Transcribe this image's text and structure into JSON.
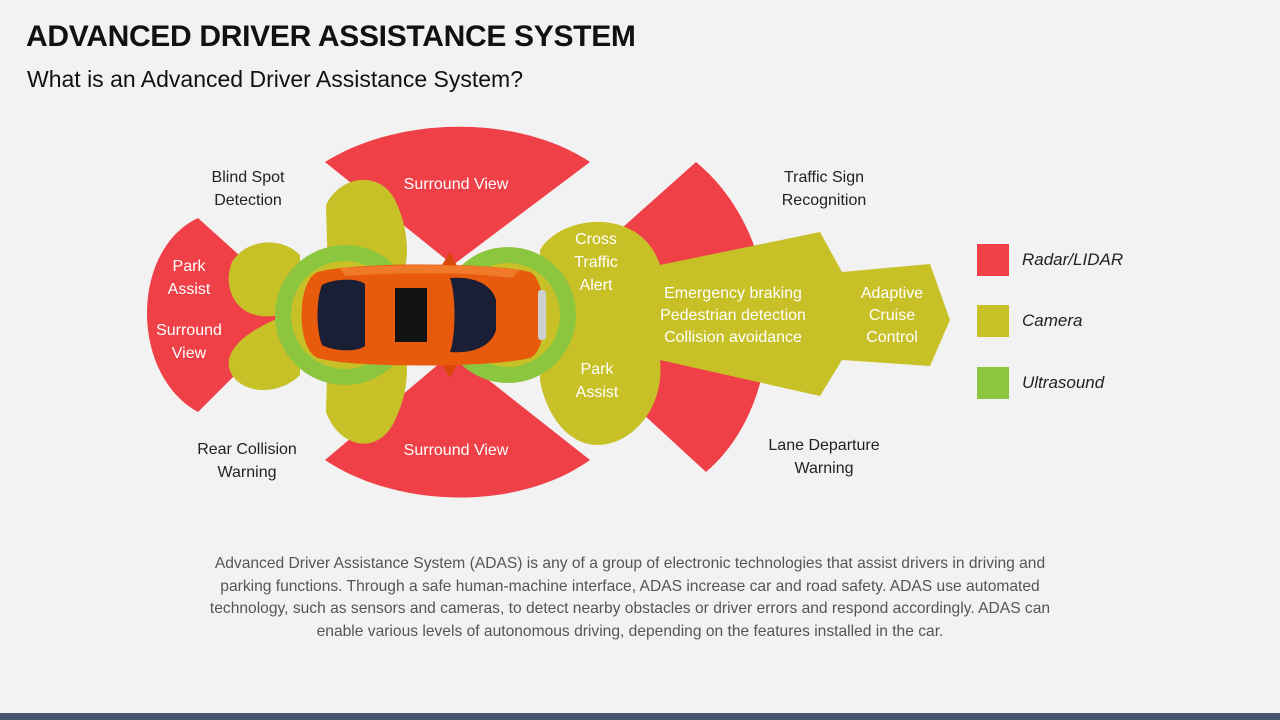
{
  "header": {
    "title": "ADVANCED DRIVER ASSISTANCE SYSTEM",
    "subtitle": "What is an Advanced Driver Assistance System?"
  },
  "colors": {
    "radar_lidar": "#ef4047",
    "camera": "#c8c027",
    "ultrasound": "#8cc63f",
    "car_body": "#e85a0c",
    "bottom_bar": "#44546a"
  },
  "zones": {
    "surround_view_top": "Surround View",
    "surround_view_bottom": "Surround View",
    "park_assist_rear": [
      "Park",
      "Assist"
    ],
    "surround_view_rear": [
      "Surround",
      "View"
    ],
    "cross_traffic_alert": [
      "Cross",
      "Traffic",
      "Alert"
    ],
    "park_assist_front": [
      "Park",
      "Assist"
    ],
    "emergency": [
      "Emergency braking",
      "Pedestrian detection",
      "Collision avoidance"
    ],
    "adaptive_cruise": [
      "Adaptive",
      "Cruise",
      "Control"
    ]
  },
  "callouts": {
    "blind_spot": [
      "Blind Spot",
      "Detection"
    ],
    "traffic_sign": [
      "Traffic Sign",
      "Recognition"
    ],
    "rear_collision": [
      "Rear Collision",
      "Warning"
    ],
    "lane_departure": [
      "Lane Departure",
      "Warning"
    ]
  },
  "legend": [
    {
      "label": "Radar/LIDAR",
      "color": "#ef4047"
    },
    {
      "label": "Camera",
      "color": "#c8c027"
    },
    {
      "label": "Ultrasound",
      "color": "#8cc63f"
    }
  ],
  "description": "Advanced Driver Assistance System (ADAS) is any of a group of electronic technologies that assist drivers in driving and parking functions. Through a safe human-machine interface, ADAS increase car and road safety. ADAS use automated technology, such as sensors and cameras, to detect nearby obstacles or driver errors and respond accordingly. ADAS can enable various levels of autonomous driving, depending on the features installed in the car."
}
